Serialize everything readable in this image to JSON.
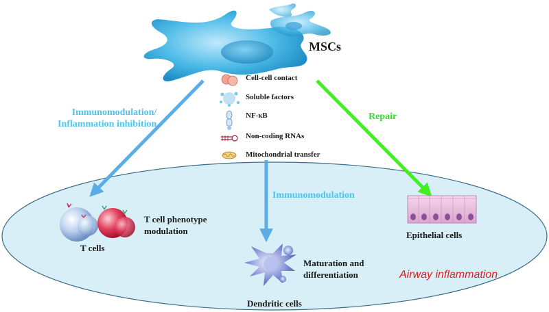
{
  "title": "MSCs",
  "mechanisms": [
    {
      "label": "Cell-cell contact",
      "icon": "cell-contact-icon"
    },
    {
      "label": "Soluble  factors",
      "icon": "soluble-factors-icon"
    },
    {
      "label": "NF-κB",
      "icon": "nfkb-icon"
    },
    {
      "label": "Non-coding  RNAs",
      "icon": "rna-hairpin-icon"
    },
    {
      "label": "Mitochondrial  transfer",
      "icon": "mitochondria-icon"
    }
  ],
  "arrows": {
    "left": "Immunomodulation/\nInflammation inhibition",
    "center": "Immunomodulation",
    "right": "Repair"
  },
  "targets": {
    "t_cells": "T cells",
    "t_cells_effect": "T cell phenotype\nmodulation",
    "dendritic_cells": "Dendritic cells",
    "dendritic_effect": "Maturation and\ndifferentiation",
    "epithelial_cells": "Epithelial cells"
  },
  "context": "Airway inflammation",
  "colors": {
    "msc_blue": "#4ab9e6",
    "arrow_blue": "#5aaee5",
    "arrow_green": "#44ee22",
    "ellipse_fill": "#d8eff8",
    "ellipse_stroke": "#3a6d86",
    "context_red": "#e21b1b"
  }
}
